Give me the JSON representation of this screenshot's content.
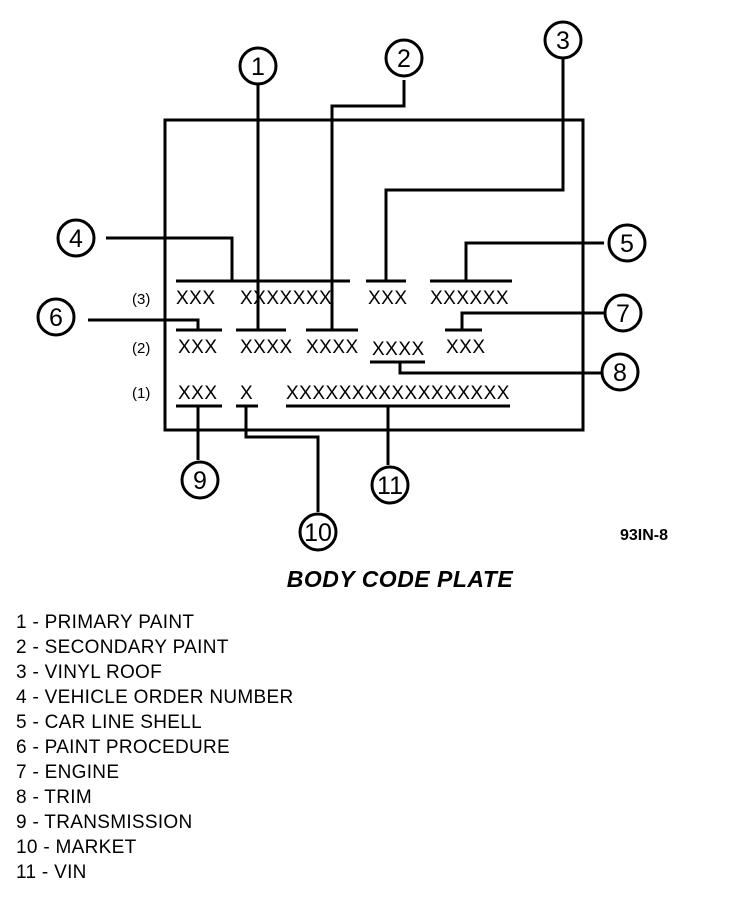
{
  "figure_id": "93IN-8",
  "title": "BODY CODE PLATE",
  "rows": {
    "row3": {
      "label": "(3)",
      "fields": [
        "XXX",
        "XXXXXXX",
        "XXX",
        "XXXXXX"
      ]
    },
    "row2": {
      "label": "(2)",
      "fields": [
        "XXX",
        "XXXX",
        "XXXX",
        "XXXX",
        "XXX"
      ]
    },
    "row1": {
      "label": "(1)",
      "fields": [
        "XXX",
        "X",
        "XXXXXXXXXXXXXXXXX"
      ]
    }
  },
  "callouts": [
    "1",
    "2",
    "3",
    "4",
    "5",
    "6",
    "7",
    "8",
    "9",
    "10",
    "11"
  ],
  "legend": [
    "1 - PRIMARY PAINT",
    "2 - SECONDARY PAINT",
    "3 - VINYL ROOF",
    "4 - VEHICLE ORDER NUMBER",
    "5 - CAR LINE SHELL",
    "6 - PAINT PROCEDURE",
    "7 - ENGINE",
    "8 - TRIM",
    "9 - TRANSMISSION",
    "10 - MARKET",
    "11 - VIN"
  ]
}
